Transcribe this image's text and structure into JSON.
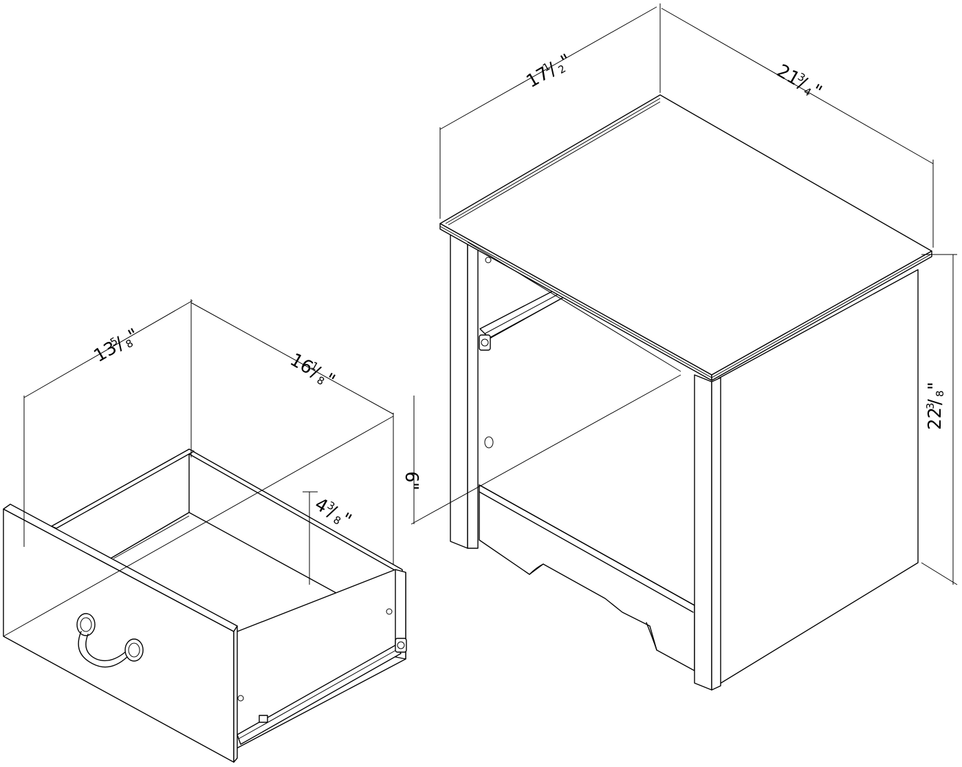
{
  "dimensions": {
    "drawer_width": {
      "whole": "13",
      "num": "5",
      "den": "8",
      "unit": "\""
    },
    "drawer_depth": {
      "whole": "16",
      "num": "1",
      "den": "8",
      "unit": "\""
    },
    "drawer_inner_height": {
      "whole": "4",
      "num": "3",
      "den": "8",
      "unit": "\""
    },
    "drawer_height": {
      "whole": "6",
      "unit": "\""
    },
    "table_width": {
      "whole": "17",
      "num": "1",
      "den": "2",
      "unit": "\""
    },
    "table_depth": {
      "whole": "21",
      "num": "3",
      "den": "4",
      "unit": "\""
    },
    "table_height": {
      "whole": "22",
      "num": "3",
      "den": "8",
      "unit": "\""
    }
  }
}
